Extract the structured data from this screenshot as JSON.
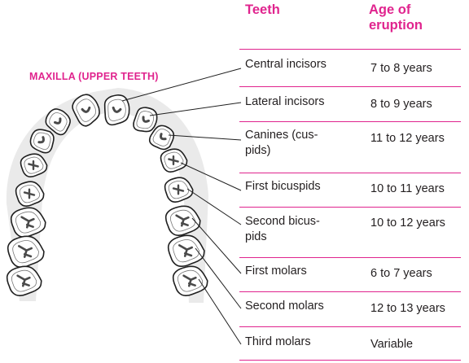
{
  "jaw_label": "MAXILLA (UPPER TEETH)",
  "table": {
    "header_teeth": "Teeth",
    "header_age": "Age of eruption",
    "rows": [
      {
        "name": "Central incisors",
        "age": "7 to 8 years"
      },
      {
        "name": "Lateral incisors",
        "age": "8 to 9 years"
      },
      {
        "name": "Canines (cus-pids)",
        "age": "11 to 12 years"
      },
      {
        "name": "First bicuspids",
        "age": "10 to 11 years"
      },
      {
        "name": "Second bicus-pids",
        "age": "10 to 12 years"
      },
      {
        "name": "First molars",
        "age": "6 to 7 years"
      },
      {
        "name": "Second molars",
        "age": "12 to 13 years"
      },
      {
        "name": "Third molars",
        "age": "Variable"
      }
    ]
  },
  "colors": {
    "accent": "#e0248e",
    "text": "#231f20",
    "tooth_fill": "#ffffff",
    "tooth_outline": "#1f1f1f",
    "tooth_shade": "#4a4a4a",
    "gum": "#d9d9d9"
  }
}
